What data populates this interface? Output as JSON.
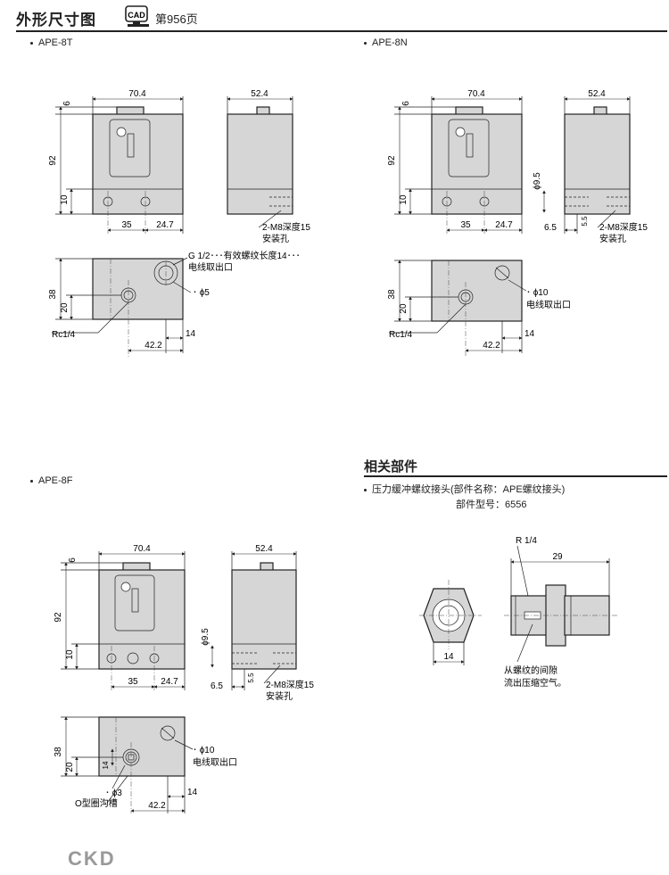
{
  "header": {
    "title": "外形尺寸图",
    "cad_badge": "CAD",
    "page_ref": "第956页"
  },
  "models": {
    "m1": "APE-8T",
    "m2": "APE-8N",
    "m3": "APE-8F"
  },
  "dims": {
    "w70": "70.4",
    "w52": "52.4",
    "d6": "6",
    "d92": "92",
    "d10": "10",
    "d35": "35",
    "d247": "24.7",
    "m8": "2-M8深度15",
    "mount": "安装孔",
    "g12": "G 1/2･･･有效螺纹长度14･･･",
    "elec": "电线取出口",
    "phi5": "･ ɸ5",
    "phi10": "･ ɸ10",
    "phi3": "･ ɸ3",
    "d38": "38",
    "d20": "20",
    "rc": "Rc1/4",
    "d14": "14",
    "d422": "42.2",
    "d95": "ɸ9.5",
    "d65": "6.5",
    "d55": "5.5",
    "oring": "O型圈沟槽"
  },
  "related": {
    "title": "相关部件",
    "item": "压力缓冲螺纹接头(部件名称：APE螺纹接头)",
    "part_no": "部件型号：6556",
    "r14": "R 1/4",
    "d29": "29",
    "d14": "14",
    "note1": "从螺纹的间隙",
    "note2": "流出压缩空气。"
  },
  "brand": "CKD"
}
